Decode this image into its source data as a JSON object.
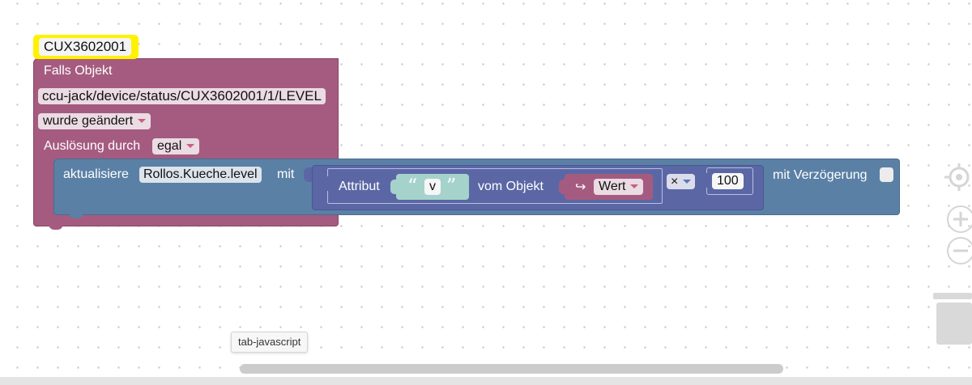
{
  "comment_label": "CUX3602001",
  "trigger": {
    "title": "Falls Objekt",
    "object_id": "ccu-jack/device/status/CUX3602001/1/LEVEL",
    "condition": "wurde geändert",
    "ack_label": "Auslösung durch",
    "ack_value": "egal"
  },
  "update": {
    "label": "aktualisiere",
    "target": "Rollos.Kueche.level",
    "with_label": "mit",
    "delay_label": "mit Verzögerung"
  },
  "attribute": {
    "label": "Attribut",
    "quote_open": "“",
    "value": "v",
    "quote_close": "”",
    "from_label": "vom Objekt",
    "arrow": "↪",
    "wert": "Wert"
  },
  "math": {
    "operator": "×",
    "number": "100"
  },
  "tooltip": "tab-javascript",
  "colors": {
    "event_block": "#a55b80",
    "event_border": "#874565",
    "action_block": "#5b80a5",
    "action_border": "#496c90",
    "attr_block": "#5b67a5",
    "text_block": "#a5d3cc",
    "var_block": "#a55b80",
    "comment_highlight": "#fff200"
  },
  "workspace_icons": [
    "recenter-icon",
    "zoom-in-icon",
    "zoom-out-icon",
    "trash-icon"
  ]
}
